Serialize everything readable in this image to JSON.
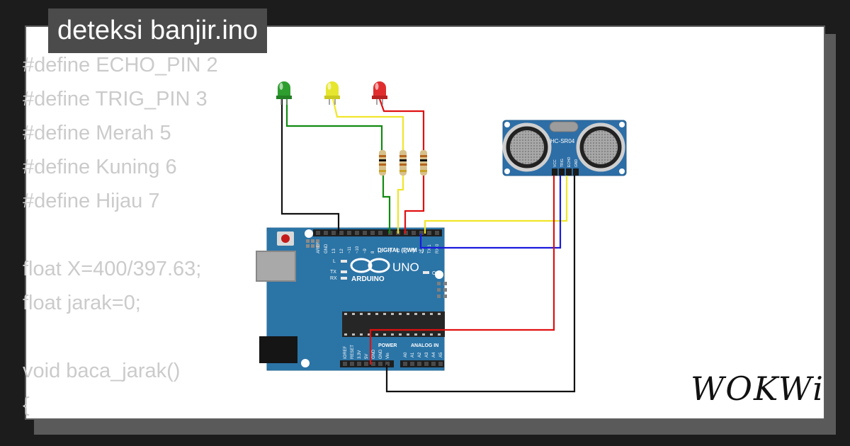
{
  "project": {
    "title": "deteksi banjir.ino"
  },
  "code_lines": [
    "#define ECHO_PIN 2",
    "#define TRIG_PIN 3",
    "#define Merah 5",
    "#define Kuning 6",
    "#define Hijau 7",
    "",
    "float X=400/397.63;",
    "float jarak=0;",
    "",
    "void baca_jarak()",
    "{"
  ],
  "board": {
    "model": "UNO",
    "brand": "ARDUINO",
    "digital_label": "DIGITAL (PWM ~)",
    "power_label": "POWER",
    "analog_label": "ANALOG IN",
    "tx": "TX",
    "rx": "RX",
    "led_l": "L",
    "on": "ON",
    "digital_pins": [
      "AREF",
      "GND",
      "13",
      "12",
      "~11",
      "~10",
      "~9",
      "8",
      "7",
      "~6",
      "~5",
      "4",
      "~3",
      "2",
      "TX 1",
      "RX 0"
    ],
    "power_pins": [
      "IOREF",
      "RESET",
      "3.3V",
      "5V",
      "GND",
      "GND",
      "Vin"
    ],
    "analog_pins": [
      "A0",
      "A1",
      "A2",
      "A3",
      "A4",
      "A5"
    ]
  },
  "sensor": {
    "name": "HC-SR04",
    "pins": [
      "VCC",
      "TRIG",
      "ECHO",
      "GND"
    ]
  },
  "leds": [
    {
      "color": "#2e9e2e",
      "name": "green-led"
    },
    {
      "color": "#e6e62e",
      "name": "yellow-led"
    },
    {
      "color": "#e02e2e",
      "name": "red-led"
    }
  ],
  "wire_colors": {
    "black": "#111111",
    "green": "#118a11",
    "yellow": "#f0e62a",
    "red": "#e01010",
    "blue": "#1a1adc"
  },
  "brand": {
    "logo_text": "WOKWi"
  }
}
